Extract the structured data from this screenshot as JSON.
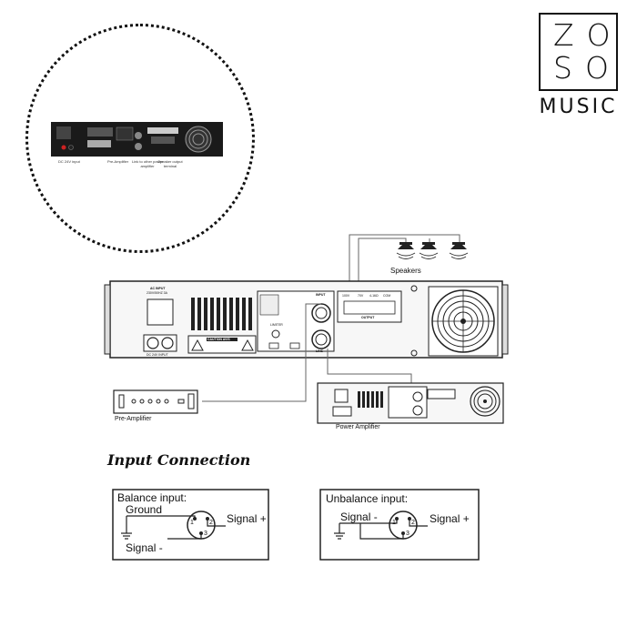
{
  "brand": {
    "line1": "ZO",
    "line2": "SO",
    "line3": "MUSIC"
  },
  "inset_labels": {
    "dc_input": "DC 24V input",
    "pre_amplifier": "Pre-Amplifier",
    "link": "Link to other power amplifier",
    "speaker": "Speaker output terminal"
  },
  "diagram": {
    "speakers": "Speakers",
    "pre_amplifier": "Pre-Amplifier",
    "power_amplifier": "Power Amplifier",
    "ac_input": "AC INPUT",
    "ac_spec": "230V/50HZ 3A",
    "dc_input": "DC 24V INPUT",
    "caution": "CAUTION AVIS",
    "input": "INPUT",
    "output": "OUTPUT",
    "line": "LINE",
    "limiter": "LIMITER",
    "taps": [
      "100V",
      "70V",
      "4-16Ω",
      "COM"
    ]
  },
  "section_title": "Input Connection",
  "balance": {
    "title": "Balance input:",
    "ground": "Ground",
    "signal_plus": "Signal +",
    "signal_minus": "Signal -",
    "pin1": "1",
    "pin2": "2",
    "pin3": "3"
  },
  "unbalance": {
    "title": "Unbalance input:",
    "signal_minus": "Signal -",
    "signal_plus": "Signal +",
    "pin1": "1",
    "pin2": "2",
    "pin3": "3"
  }
}
